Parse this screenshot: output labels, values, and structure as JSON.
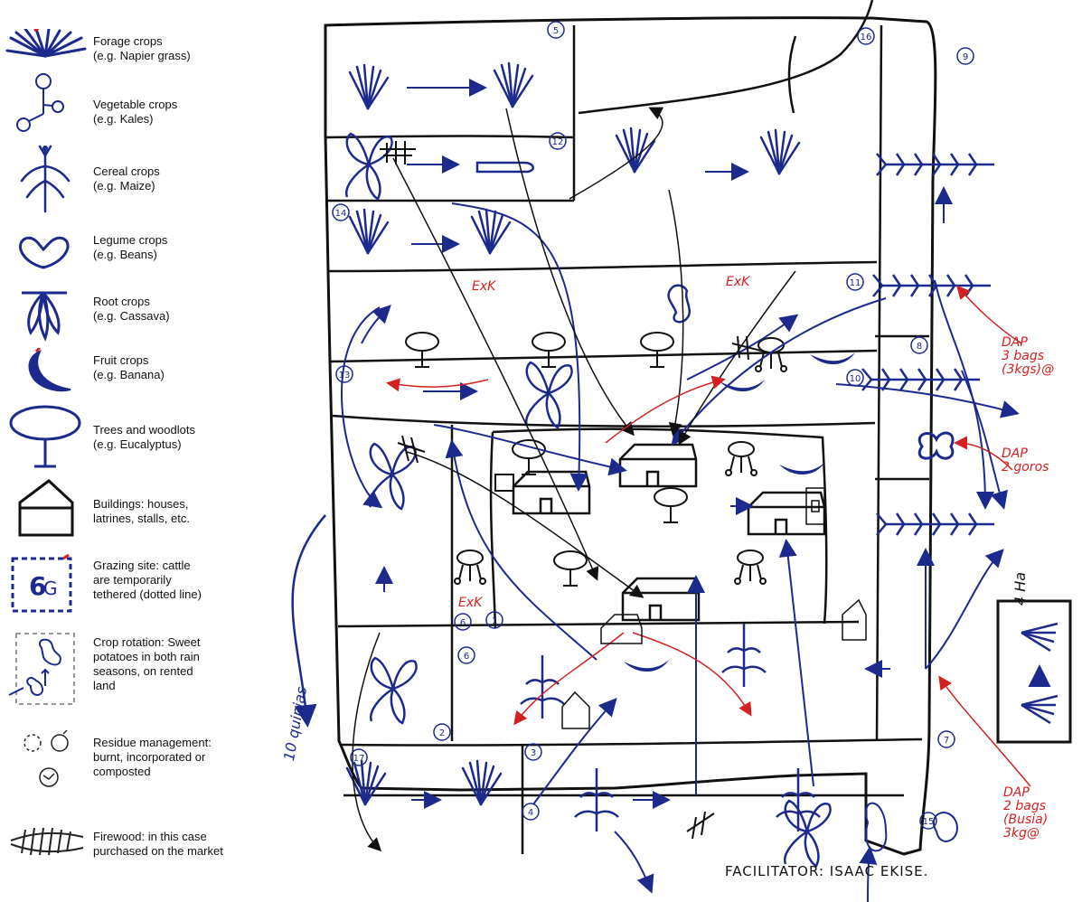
{
  "legend": [
    {
      "icon": "forage-crop-icon",
      "text": "Forage crops\n(e.g. Napier grass)"
    },
    {
      "icon": "vegetable-crop-icon",
      "text": "Vegetable crops\n(e.g. Kales)"
    },
    {
      "icon": "cereal-crop-icon",
      "text": "Cereal crops\n(e.g. Maize)"
    },
    {
      "icon": "legume-crop-icon",
      "text": "Legume crops\n(e.g. Beans)"
    },
    {
      "icon": "root-crop-icon",
      "text": "Root crops\n(e.g. Cassava)"
    },
    {
      "icon": "fruit-crop-icon",
      "text": "Fruit crops\n(e.g. Banana)"
    },
    {
      "icon": "tree-icon",
      "text": "Trees and woodlots\n(e.g. Eucalyptus)"
    },
    {
      "icon": "building-icon",
      "text": "Buildings: houses,\nlatrines, stalls, etc."
    },
    {
      "icon": "grazing-site-icon",
      "text": "Grazing site: cattle\nare temporarily\ntethered (dotted line)"
    },
    {
      "icon": "crop-rotation-icon",
      "text": "Crop rotation: Sweet\npotatoes in both rain\nseasons, on rented\nland"
    },
    {
      "icon": "residue-management-icon",
      "text": "Residue management:\nburnt, incorporated or\ncomposted"
    },
    {
      "icon": "firewood-icon",
      "text": "Firewood: in this case\npurchased on the market"
    }
  ],
  "map": {
    "facilitator": "FACILITATOR:  ISAAC  EKISE.",
    "red_notes": [
      "DAP\n3 bags\n(3kgs)@",
      "DAP\n2 goros",
      "DAP\n2 bags\n(Busia)\n3kg@",
      "ExK",
      "ExK",
      "ExK"
    ],
    "blue_notes": [
      "10 quinias",
      "4 Ha"
    ],
    "colors": {
      "ink_blue": "#1c2a8e",
      "ink_red": "#d42020",
      "ink_black": "#111111"
    }
  }
}
